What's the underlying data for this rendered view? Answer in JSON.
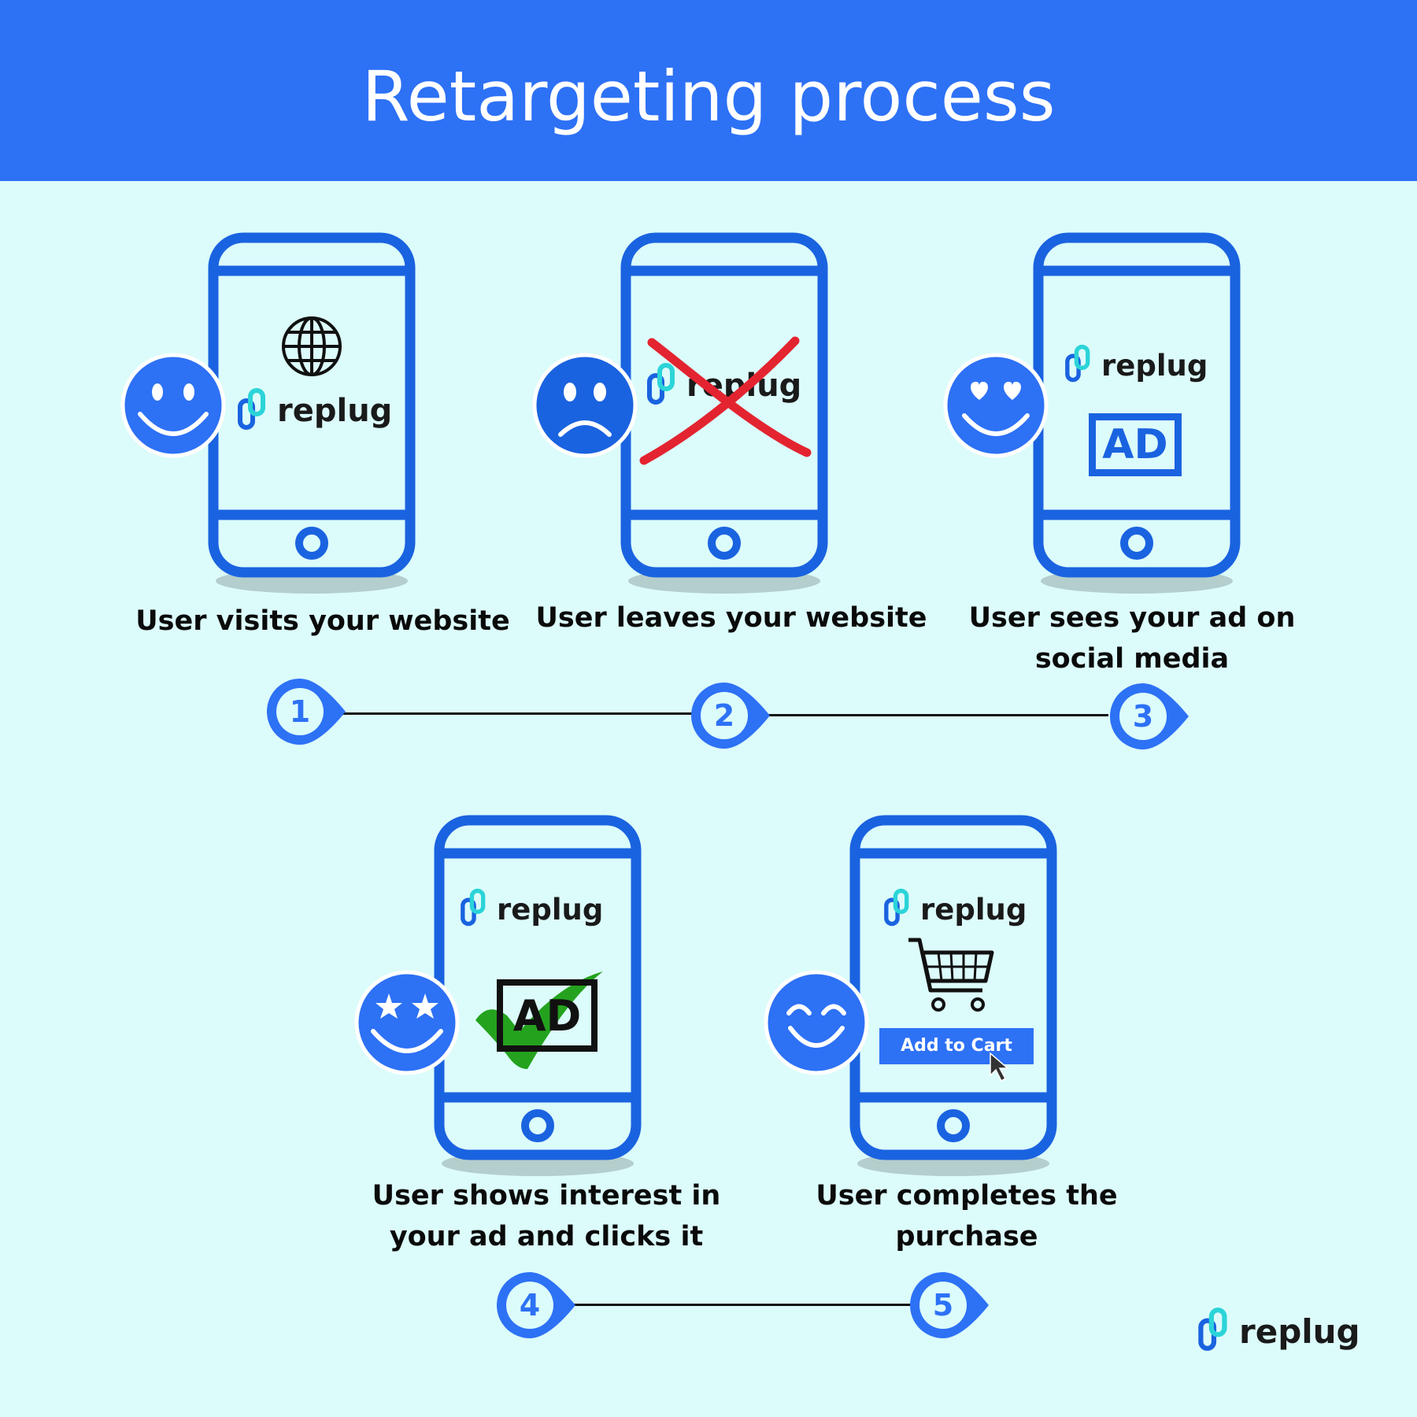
{
  "header": {
    "title": "Retargeting process"
  },
  "colors": {
    "accent": "#2d71f5",
    "background": "#dcfcfb",
    "cross": "#e32430",
    "check": "#24a21e"
  },
  "steps": [
    {
      "number": "1",
      "caption_lines": [
        "User visits your website"
      ],
      "emoji": "smiling-face-icon"
    },
    {
      "number": "2",
      "caption_lines": [
        "User leaves your website"
      ],
      "emoji": "frowning-face-icon"
    },
    {
      "number": "3",
      "caption_lines": [
        "User sees your ad on",
        "social media"
      ],
      "emoji": "heart-eyes-face-icon"
    },
    {
      "number": "4",
      "caption_lines": [
        "User shows  interest in",
        "your ad and clicks it"
      ],
      "emoji": "star-eyes-face-icon"
    },
    {
      "number": "5",
      "caption_lines": [
        "User completes the",
        "purchase"
      ],
      "emoji": "happy-face-icon"
    }
  ],
  "screens": {
    "brand_word": "replug",
    "ad_label": "AD",
    "add_to_cart": "Add to Cart"
  },
  "footer": {
    "brand_word": "replug"
  }
}
